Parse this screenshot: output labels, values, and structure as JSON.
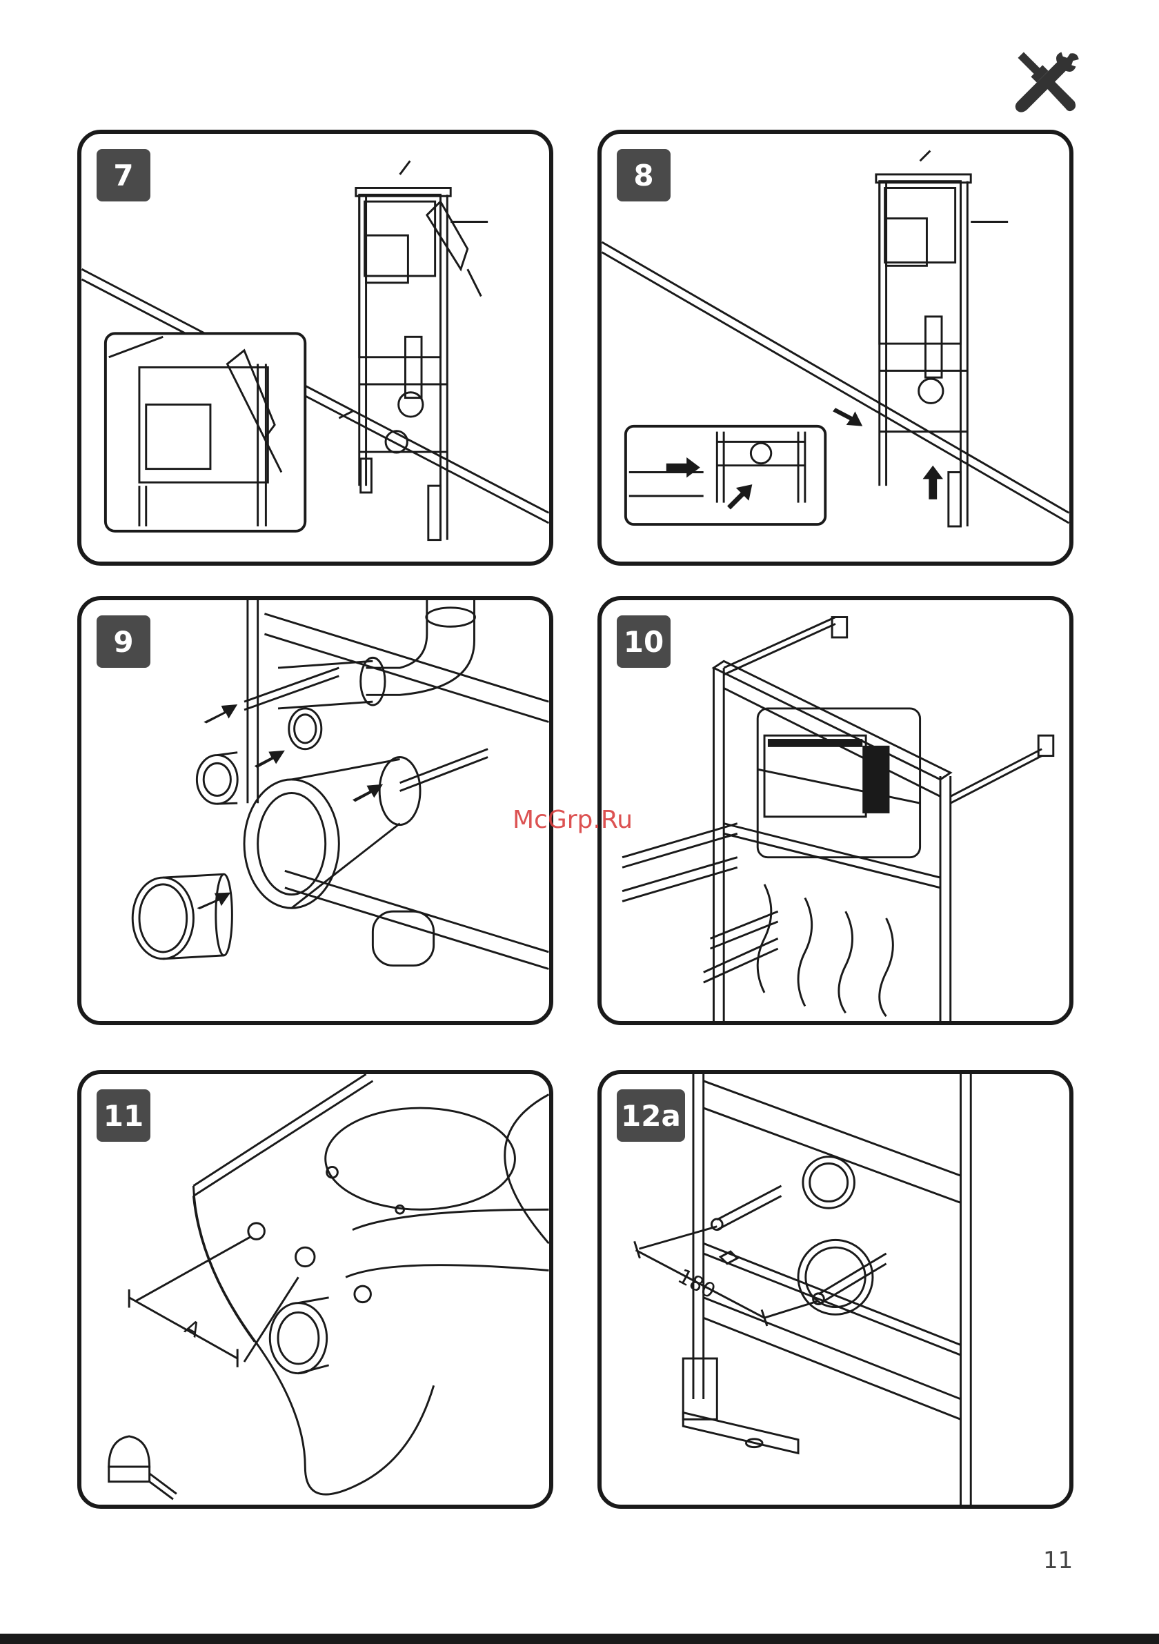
{
  "page": {
    "number": "11",
    "watermark": "McGrp.Ru"
  },
  "icons": {
    "header": "wrench-screwdriver-icon",
    "tape": "tape-measure-icon"
  },
  "panels": [
    {
      "id": "7",
      "label": "7"
    },
    {
      "id": "8",
      "label": "8"
    },
    {
      "id": "9",
      "label": "9"
    },
    {
      "id": "10",
      "label": "10"
    },
    {
      "id": "11",
      "label": "11",
      "dimension_label": "A"
    },
    {
      "id": "12a",
      "label": "12a",
      "dimension_label": "180"
    }
  ],
  "colors": {
    "ink": "#1a1a1a",
    "badge": "#4a4a4a",
    "watermark": "#d94040"
  }
}
